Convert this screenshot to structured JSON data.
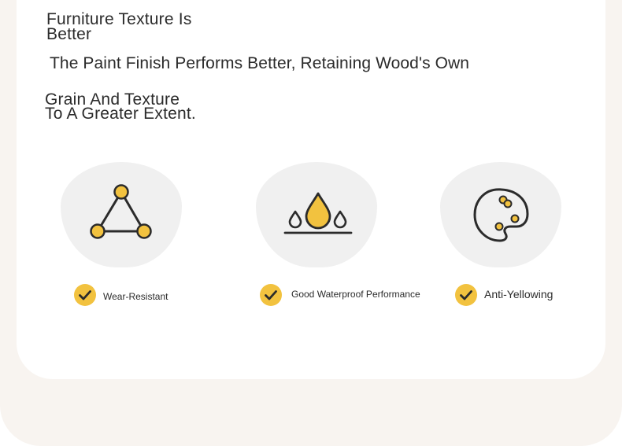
{
  "heading": {
    "title_line1": "Furniture Texture Is",
    "title_line2": "Better",
    "subtitle": "The Paint Finish Performs Better, Retaining Wood's Own",
    "desc_line1": "Grain And Texture",
    "desc_line2": "To A Greater Extent."
  },
  "features": [
    {
      "label": "Wear-Resistant",
      "icon": "triangle-nodes-icon"
    },
    {
      "label": "Good Waterproof Performance",
      "icon": "water-drops-icon"
    },
    {
      "label": "Anti-Yellowing",
      "icon": "palette-icon"
    }
  ],
  "colors": {
    "accent": "#f2c23f",
    "icon_stroke": "#2b2b2b",
    "icon_background": "#f0f0f0",
    "page_background": "#f8f4f0"
  }
}
